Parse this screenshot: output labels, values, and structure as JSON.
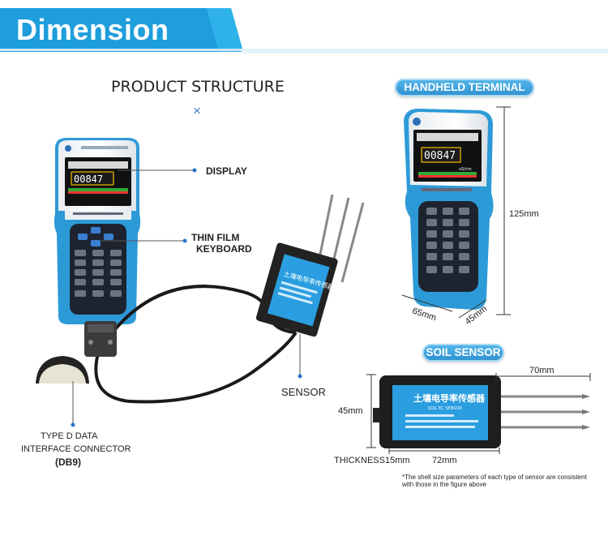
{
  "header": {
    "title": "Dimension"
  },
  "structure": {
    "title": "PRODUCT STRUCTURE",
    "close_glyph": "×",
    "callouts": {
      "display": "DISPLAY",
      "keyboard_line1": "THIN FILM",
      "keyboard_line2": "KEYBOARD",
      "sensor": "SENSOR",
      "connector_line1": "TYPE D DATA",
      "connector_line2": "INTERFACE CONNECTOR",
      "connector_line3": "(DB9)"
    }
  },
  "terminal": {
    "title": "HANDHELD TERMINAL",
    "height": "125mm",
    "width": "65mm",
    "depth": "45mm",
    "screen_value": "00847",
    "screen_unit": "uS/cm"
  },
  "soil_sensor": {
    "title": "SOIL SENSOR",
    "probe_length": "70mm",
    "height": "45mm",
    "length": "72mm",
    "thickness": "THICKNESS15mm",
    "body_label_cn": "土壤电导率传感器",
    "body_label_en": "SOIL EC SENSOR",
    "note": "*The shell size parameters of each type of sensor are consistent with those in the figure above"
  },
  "colors": {
    "brand_blue": "#1aa0e0",
    "device_blue": "#2d9ad8",
    "accent": "#f0f6fb"
  }
}
